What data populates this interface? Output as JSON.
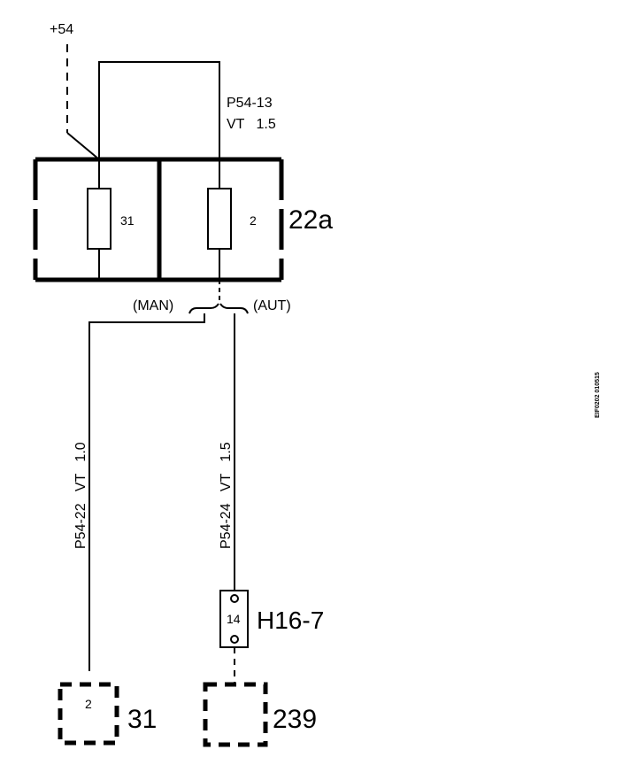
{
  "diagram": {
    "supply_label": "+54",
    "top_wire": {
      "code": "P54-13",
      "color_size": "VT   1.5"
    },
    "fuse_box": {
      "name": "22a",
      "fuse_left": "31",
      "fuse_right": "2"
    },
    "branch_man": "(MAN)",
    "branch_aut": "(AUT)",
    "wire_left": "P54-22   VT   1.0",
    "wire_right": "P54-24   VT   1.5",
    "connector": {
      "name": "H16-7",
      "pin": "14"
    },
    "component_left": {
      "name": "31",
      "pin": "2"
    },
    "component_right": {
      "name": "239"
    },
    "figure_id": "EIF0202 010515"
  }
}
